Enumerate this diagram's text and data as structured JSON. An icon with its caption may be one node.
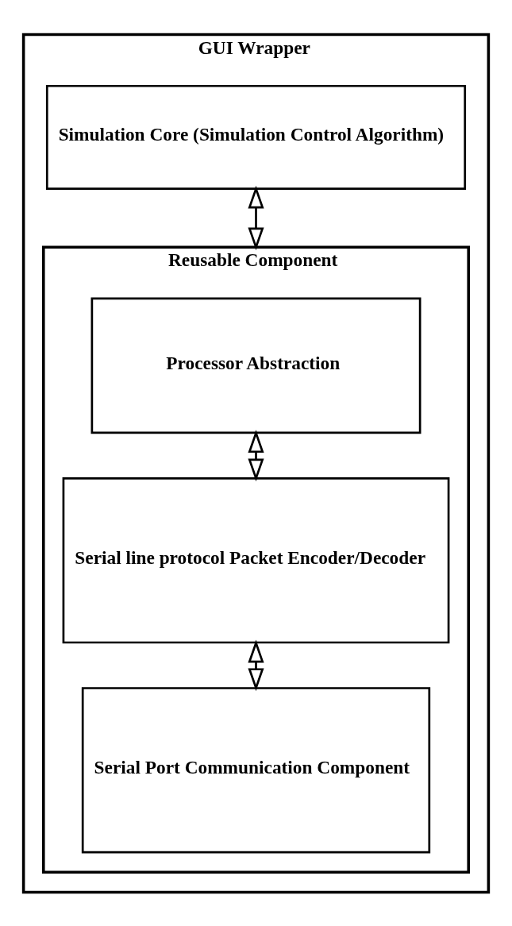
{
  "diagram": {
    "nodes": [
      {
        "text": [
          "GUI Wrapper"
        ]
      },
      {
        "text": [
          "Simulation Core (Simulation Control Algorithm)"
        ],
        "in": 0
      },
      {
        "text": [
          "Reusable Component"
        ],
        "in": 0
      },
      {
        "text": [
          "Processor Abstraction"
        ],
        "in": 2
      },
      {
        "text": [
          "Serial line protocol Packet Encoder/Decoder"
        ],
        "in": 2
      },
      {
        "text": [
          "Serial Port Communication Component"
        ],
        "in": 2
      }
    ],
    "edges": [
      {
        "from": 1,
        "to": 2,
        "arrow": "both"
      },
      {
        "from": 3,
        "to": 4,
        "arrow": "both"
      },
      {
        "from": 4,
        "to": 5,
        "arrow": "both"
      }
    ]
  }
}
